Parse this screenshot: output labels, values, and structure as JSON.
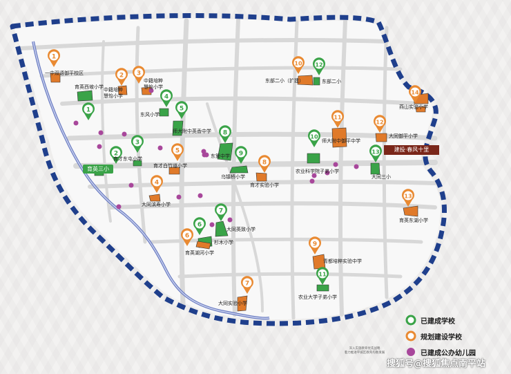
{
  "colors": {
    "built": "#3aa348",
    "planned": "#e98a32",
    "kindergarten": "#a8479b",
    "boundary": "#1f3f8c",
    "river": "#6d7ec3",
    "road": "#d9d9d9",
    "built_plot": "#3aa348",
    "planned_plot": "#e07a2a",
    "highlight": "#7a2619"
  },
  "legend": {
    "built": "已建成学校",
    "planned": "规划建设学校",
    "kindergarten": "已建成公办幼儿园"
  },
  "highlight_label": "建投·春风十里",
  "region_tag": "育英三小",
  "credit_lines": [
    "深入实施教育优先战略",
    "着力推进平城区教育均衡发展"
  ],
  "watermark": "搜狐号@搜狐焦点南平站",
  "markers": [
    {
      "type": "built",
      "num": "1"
    },
    {
      "type": "built",
      "num": "2"
    },
    {
      "type": "built",
      "num": "3"
    },
    {
      "type": "built",
      "num": "4"
    },
    {
      "type": "built",
      "num": "5"
    },
    {
      "type": "built",
      "num": "6"
    },
    {
      "type": "built",
      "num": "7"
    },
    {
      "type": "built",
      "num": "8"
    },
    {
      "type": "built",
      "num": "9"
    },
    {
      "type": "built",
      "num": "10"
    },
    {
      "type": "built",
      "num": "11"
    },
    {
      "type": "built",
      "num": "12"
    },
    {
      "type": "built",
      "num": "13"
    },
    {
      "type": "planned",
      "num": "1"
    },
    {
      "type": "planned",
      "num": "2"
    },
    {
      "type": "planned",
      "num": "3"
    },
    {
      "type": "planned",
      "num": "4"
    },
    {
      "type": "planned",
      "num": "5"
    },
    {
      "type": "planned",
      "num": "6"
    },
    {
      "type": "planned",
      "num": "7"
    },
    {
      "type": "planned",
      "num": "8"
    },
    {
      "type": "planned",
      "num": "9"
    },
    {
      "type": "planned",
      "num": "10"
    },
    {
      "type": "planned",
      "num": "11"
    },
    {
      "type": "planned",
      "num": "12"
    },
    {
      "type": "planned",
      "num": "13"
    },
    {
      "type": "planned",
      "num": "14"
    }
  ],
  "labels": {
    "l1": "一中双语御平校区",
    "l2": "育英西坡小学",
    "l3a": "中籍培粹",
    "l3b": "慧怡小学",
    "l4a": "中籍培粹",
    "l4b": "慧怡小学",
    "l5": "东风小学",
    "l6": "师大附中英香中学",
    "l7": "东篱中学",
    "l8": "育才东屯小学",
    "l9": "育才白竹道小学",
    "l10": "乌镇桥小学",
    "l11": "育才实验小学",
    "l12": "大同滨寿小学",
    "l13": "东部二小（扩建）",
    "l14": "东部二小",
    "l15": "师大附中御平中学",
    "l16": "农业科学院子弟小学",
    "l17": "大同御平小学",
    "l18": "燕山实验小学",
    "l19": "大同三小",
    "l20": "育英东湖小学",
    "l21": "大同英致小学",
    "l22": "杉木小学",
    "l23": "育英湖河小学",
    "l24": "青都培粹实验中学",
    "l25": "农业大学子弟小学",
    "l26": "大同实验小学"
  }
}
